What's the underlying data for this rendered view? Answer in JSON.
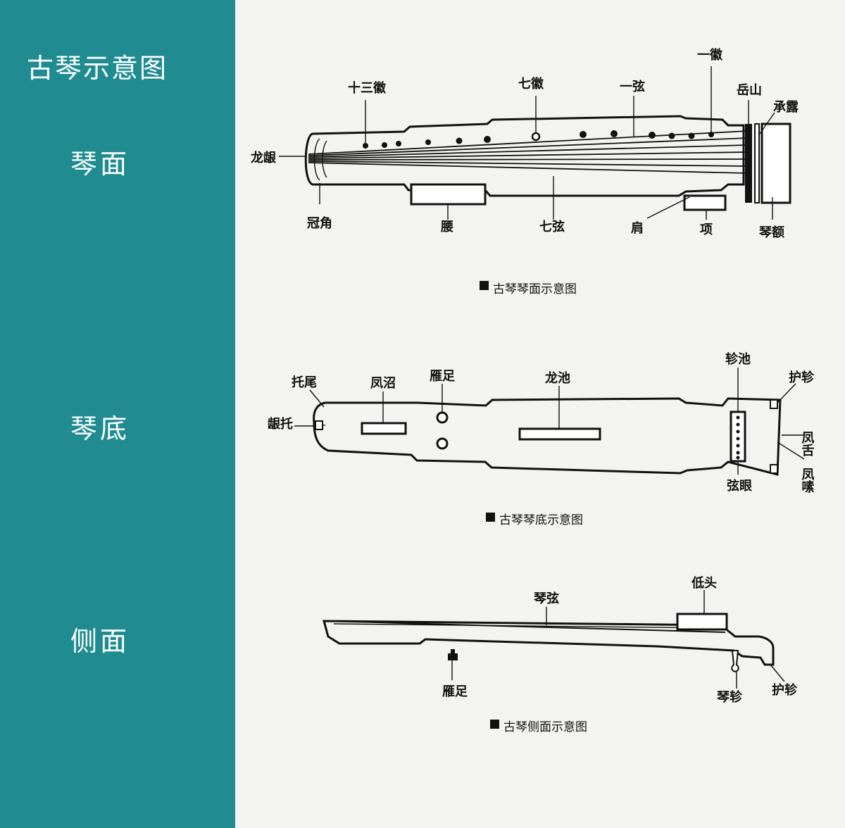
{
  "sidebar": {
    "title": "古琴示意图",
    "labels": {
      "top": "琴面",
      "bottom": "琴底",
      "side": "侧面"
    }
  },
  "top_view": {
    "caption": "古琴琴面示意图",
    "labels": {
      "shisan_hui": "十三徽",
      "qi_hui": "七徽",
      "yi_xian": "一弦",
      "yi_hui": "一徽",
      "yue_shan": "岳山",
      "cheng_lu": "承露",
      "long_yin": "龙龈",
      "guan_jiao": "冠角",
      "yao": "腰",
      "qi_xian": "七弦",
      "jian": "肩",
      "xiang": "项",
      "qin_e": "琴额"
    }
  },
  "bottom_view": {
    "caption": "古琴琴底示意图",
    "labels": {
      "tuo_wei": "托尾",
      "feng_zhao": "凤沼",
      "yan_zu": "雁足",
      "long_chi": "龙池",
      "zhen_chi": "轸池",
      "hu_zhen": "护轸",
      "yin_tuo": "龈托",
      "feng_she": "凤舌",
      "feng_sang": "凤嗉",
      "xian_yan": "弦眼"
    }
  },
  "side_view": {
    "caption": "古琴侧面示意图",
    "labels": {
      "di_tou": "低头",
      "qin_xian": "琴弦",
      "yan_zu": "雁足",
      "qin_zhen": "琴轸",
      "hu_zhen": "护轸"
    }
  },
  "colors": {
    "sidebar": "#208c91",
    "canvas": "#f3f3f2",
    "ink": "#111111"
  }
}
